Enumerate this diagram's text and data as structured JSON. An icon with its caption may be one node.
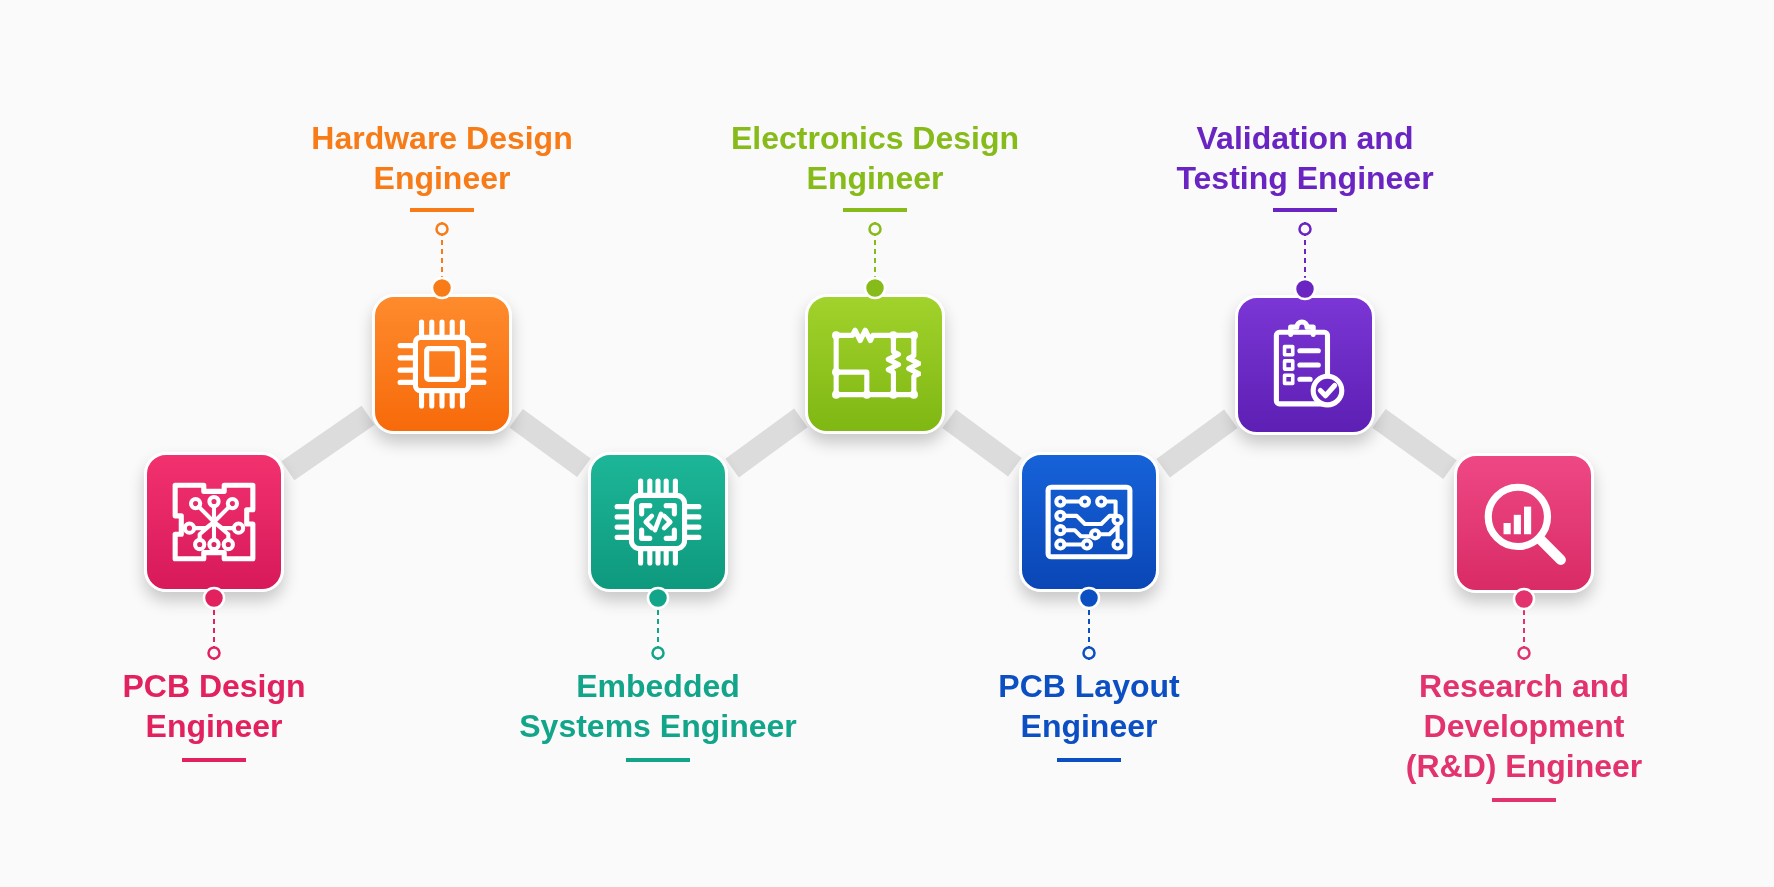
{
  "diagram": {
    "nodes": [
      {
        "text": [],
        "shape": "box"
      },
      {
        "text": [],
        "shape": "box"
      },
      {
        "text": [],
        "shape": "box"
      },
      {
        "text": [],
        "shape": "box"
      },
      {
        "text": [],
        "shape": "box"
      },
      {
        "text": [],
        "shape": "box"
      },
      {
        "text": [],
        "shape": "box"
      },
      {
        "text": [
          "PCB Design Engineer"
        ]
      },
      {
        "text": [
          "Hardware Design Engineer"
        ]
      },
      {
        "text": [
          "Embedded Systems Engineer"
        ]
      },
      {
        "text": [
          "Electronics Design Engineer"
        ]
      },
      {
        "text": [
          "PCB Layout Engineer"
        ]
      },
      {
        "text": [
          "Validation and Testing Engineer"
        ]
      },
      {
        "text": [
          "Research and Development (R&D) Engineer"
        ]
      }
    ],
    "edges": [
      {
        "from": 0,
        "to": 1,
        "arrow": "none",
        "style": "thick"
      },
      {
        "from": 1,
        "to": 2,
        "arrow": "none",
        "style": "thick"
      },
      {
        "from": 2,
        "to": 3,
        "arrow": "none",
        "style": "thick"
      },
      {
        "from": 3,
        "to": 4,
        "arrow": "none",
        "style": "thick"
      },
      {
        "from": 4,
        "to": 5,
        "arrow": "none",
        "style": "thick"
      },
      {
        "from": 5,
        "to": 6,
        "arrow": "none",
        "style": "thick"
      },
      {
        "from": 7,
        "to": 0,
        "arrow": "other",
        "style": "dashed",
        "color": "#e2215f"
      },
      {
        "from": 8,
        "to": 1,
        "arrow": "other",
        "style": "dashed",
        "color": "#f77b17"
      },
      {
        "from": 9,
        "to": 2,
        "arrow": "other",
        "style": "dashed",
        "color": "#12a58a"
      },
      {
        "from": 10,
        "to": 3,
        "arrow": "other",
        "style": "dashed",
        "color": "#86bb1a"
      },
      {
        "from": 11,
        "to": 4,
        "arrow": "other",
        "style": "dashed",
        "color": "#0b4fc3"
      },
      {
        "from": 12,
        "to": 5,
        "arrow": "other",
        "style": "dashed",
        "color": "#6a24c2"
      },
      {
        "from": 13,
        "to": 6,
        "arrow": "other",
        "style": "dashed",
        "color": "#e2336f"
      }
    ]
  }
}
